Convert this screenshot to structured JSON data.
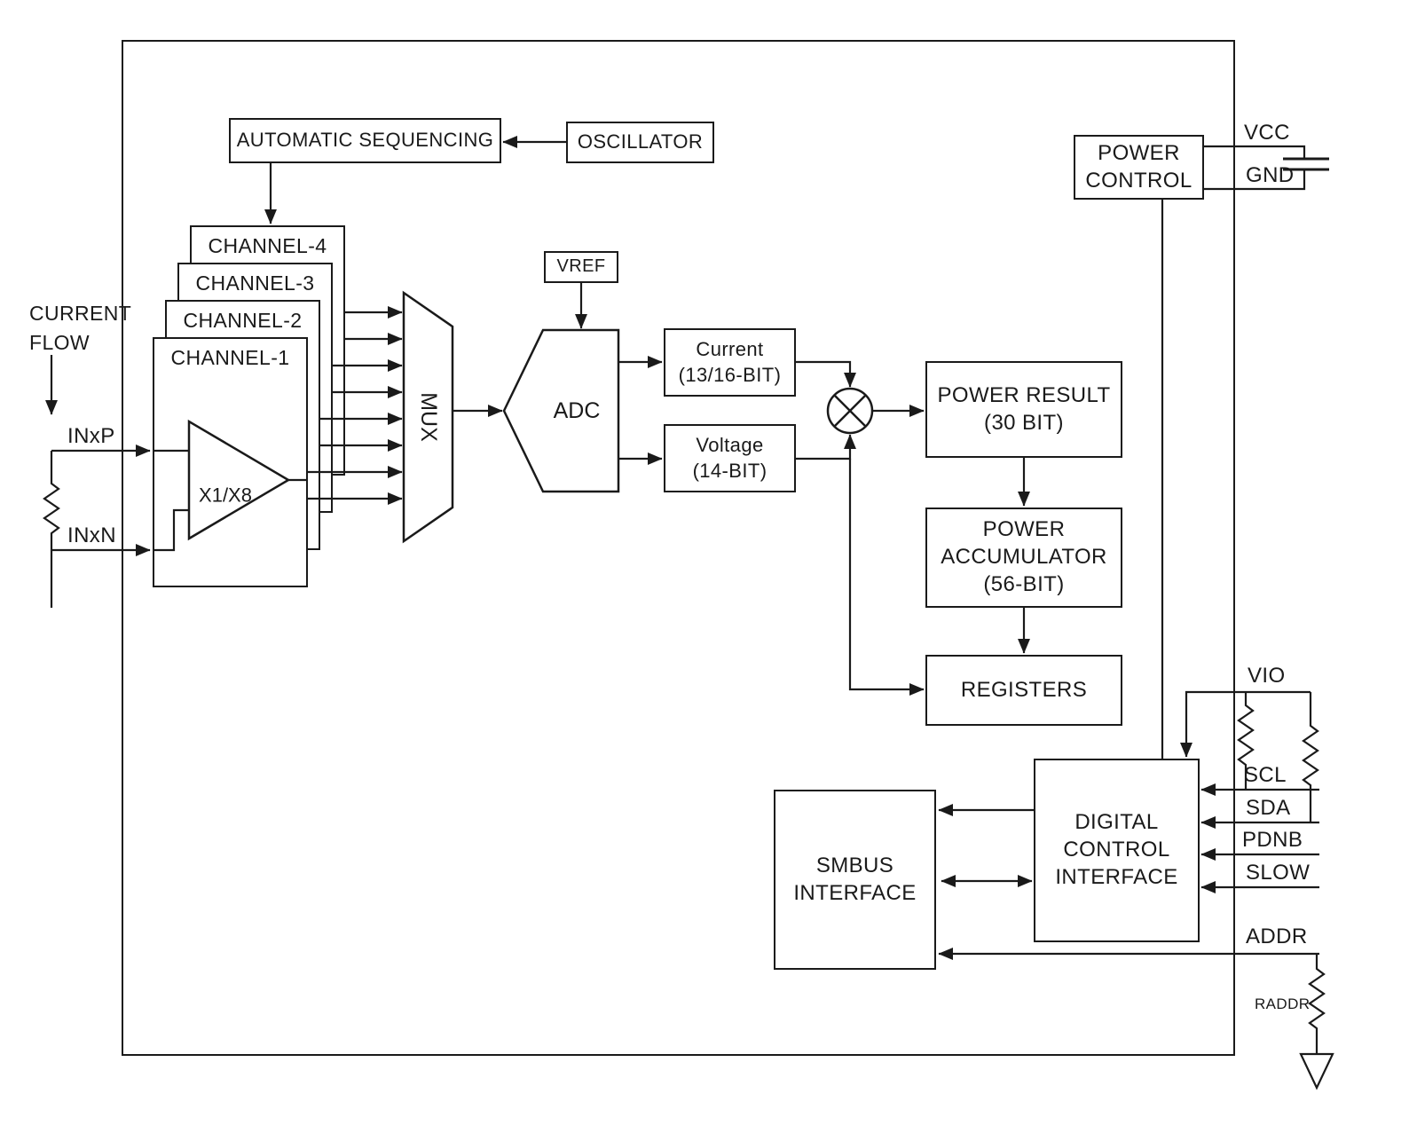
{
  "blocks": {
    "automatic_sequencing": "AUTOMATIC SEQUENCING",
    "oscillator": "OSCILLATOR",
    "channels": [
      "CHANNEL-4",
      "CHANNEL-3",
      "CHANNEL-2",
      "CHANNEL-1"
    ],
    "amp_gain": "X1/X8",
    "mux": "MUX",
    "vref": "VREF",
    "adc": "ADC",
    "current": [
      "Current",
      "(13/16-BIT)"
    ],
    "voltage": [
      "Voltage",
      "(14-BIT)"
    ],
    "power_result": [
      "POWER RESULT",
      "(30 BIT)"
    ],
    "power_accumulator": [
      "POWER",
      "ACCUMULATOR",
      "(56-BIT)"
    ],
    "registers": "REGISTERS",
    "power_control": [
      "POWER",
      "CONTROL"
    ],
    "smbus_interface": [
      "SMBUS",
      "INTERFACE"
    ],
    "digital_control_interface": [
      "DIGITAL",
      "CONTROL",
      "INTERFACE"
    ]
  },
  "input_labels": {
    "current_flow": [
      "CURRENT",
      "FLOW"
    ],
    "inxp": "INxP",
    "inxn": "INxN"
  },
  "pins": {
    "vcc": "VCC",
    "gnd": "GND",
    "vio": "VIO",
    "scl": "SCL",
    "sda": "SDA",
    "pdnb": "PDNB",
    "slow": "SLOW",
    "addr": "ADDR",
    "raddr": "RADDR"
  },
  "colors": {
    "line": "#1a1a1a",
    "background": "#ffffff"
  }
}
